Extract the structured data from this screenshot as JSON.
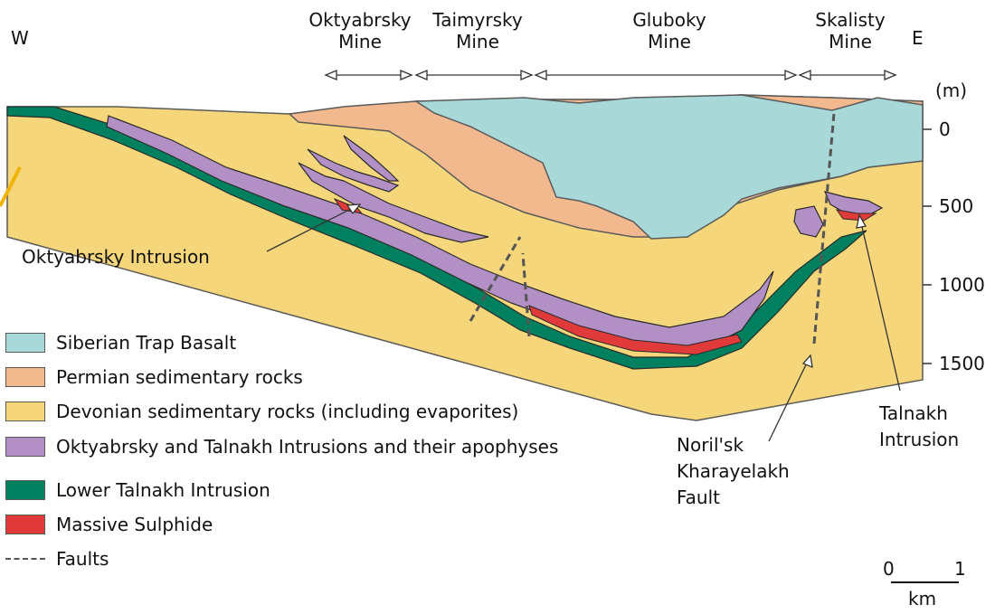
{
  "directions": {
    "west": "W",
    "east": "E"
  },
  "mines": [
    {
      "line1": "Oktyabrsky",
      "line2": "Mine"
    },
    {
      "line1": "Taimyrsky",
      "line2": "Mine"
    },
    {
      "line1": "Gluboky",
      "line2": "Mine"
    },
    {
      "line1": "Skalisty",
      "line2": "Mine"
    }
  ],
  "depth_axis": {
    "unit": "(m)",
    "ticks": [
      "0",
      "500",
      "1000",
      "1500"
    ]
  },
  "callouts": {
    "oktyabrsky_intrusion": "Oktyabrsky Intrusion",
    "fault_name": [
      "Noril'sk",
      "Kharayelakh",
      "Fault"
    ],
    "talnakh_intrusion": [
      "Talnakh",
      "Intrusion"
    ]
  },
  "legend": [
    {
      "label": "Siberian Trap Basalt",
      "color": "#a8d8d8"
    },
    {
      "label": "Permian sedimentary rocks",
      "color": "#f2b98e"
    },
    {
      "label": "Devonian sedimentary rocks (including evaporites)",
      "color": "#f5d67a"
    },
    {
      "label": "Oktyabrsky and Talnakh Intrusions and their apophyses",
      "color": "#b28fc4"
    },
    {
      "label": "Lower Talnakh Intrusion",
      "color": "#00805f"
    },
    {
      "label": "Massive Sulphide",
      "color": "#e03a3a"
    }
  ],
  "legend_faults": "Faults",
  "scale_bar": {
    "start": "0",
    "end": "1",
    "unit": "km"
  },
  "colors": {
    "basalt": "#a8d8d8",
    "permian": "#f2b98e",
    "devonian": "#f5d67a",
    "intrusion": "#b28fc4",
    "lower_talnakh": "#00805f",
    "sulphide": "#e03a3a",
    "outline": "#5a5a5a",
    "accent_arc": "#f0b400"
  }
}
